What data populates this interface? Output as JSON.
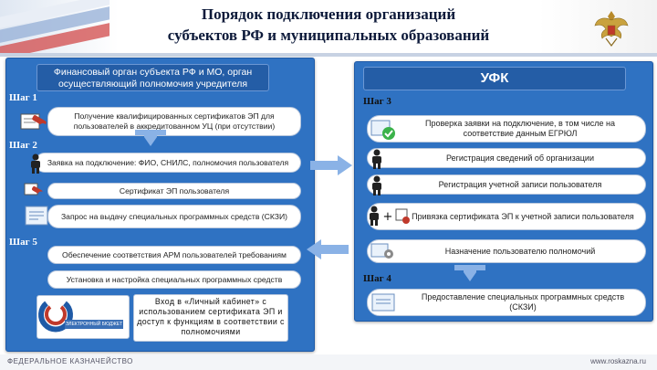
{
  "header": {
    "title_line1": "Порядок подключения организаций",
    "title_line2": "субъектов РФ и муниципальных образований"
  },
  "left": {
    "heading": "Финансовый орган субъекта РФ и МО, орган осуществляющий полномочия учредителя",
    "step1": "Шаг 1",
    "step2": "Шаг 2",
    "step5": "Шаг 5",
    "item1": "Получение квалифицированных сертификатов ЭП для пользователей в аккредитованном УЦ (при отсутствии)",
    "item2": "Заявка на подключение: ФИО, СНИЛС, полномочия пользователя",
    "item3": "Сертификат ЭП пользователя",
    "item4": "Запрос на выдачу специальных программных средств (СКЗИ)",
    "item5": "Обеспечение соответствия АРМ пользователей требованиям",
    "item6": "Установка и настройка специальных программных средств",
    "item7": "Вход в «Личный кабинет» с использованием сертификата ЭП и доступ к функциям в соответствии с полномочиями",
    "cabinet_logo": "ЭЛЕКТРОННЫЙ БЮДЖЕТ"
  },
  "right": {
    "heading": "УФК",
    "step3": "Шаг 3",
    "step4": "Шаг 4",
    "item1": "Проверка заявки на подключение, в том числе на соответствие данным ЕГРЮЛ",
    "item2": "Регистрация сведений об организации",
    "item3": "Регистрация учетной записи пользователя",
    "item4": "Привязка сертификата ЭП к учетной записи пользователя",
    "item5": "Назначение пользователю полномочий",
    "item6": "Предоставление специальных программных средств (СКЗИ)"
  },
  "colors": {
    "panel": "#2f72c2",
    "panel_dark": "#245da6",
    "arrow": "#8ab2e6",
    "title": "#0d1a3a"
  },
  "icons": [
    "person-icon",
    "certificate-icon",
    "document-icon",
    "check-icon",
    "plus-icon",
    "gear-icon",
    "emblem-icon"
  ],
  "footer": {
    "left": "ФЕДЕРАЛЬНОЕ КАЗНАЧЕЙСТВО",
    "right": "www.roskazna.ru"
  }
}
